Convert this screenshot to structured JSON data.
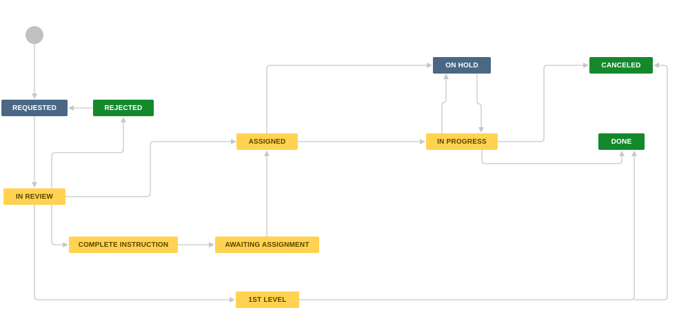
{
  "colors": {
    "todo": "#4a6785",
    "done": "#14892c",
    "inprogress": "#ffd351",
    "inprogress_text": "#594300",
    "start": "#c1c1c1",
    "line": "#c8c8c8"
  },
  "nodes": {
    "requested": "REQUESTED",
    "rejected": "REJECTED",
    "in_review": "IN REVIEW",
    "assigned": "ASSIGNED",
    "complete_instruction": "COMPLETE INSTRUCTION",
    "awaiting_assignment": "AWAITING ASSIGNMENT",
    "first_level": "1ST LEVEL",
    "on_hold": "ON HOLD",
    "in_progress": "IN PROGRESS",
    "canceled": "CANCELED",
    "done": "DONE"
  }
}
